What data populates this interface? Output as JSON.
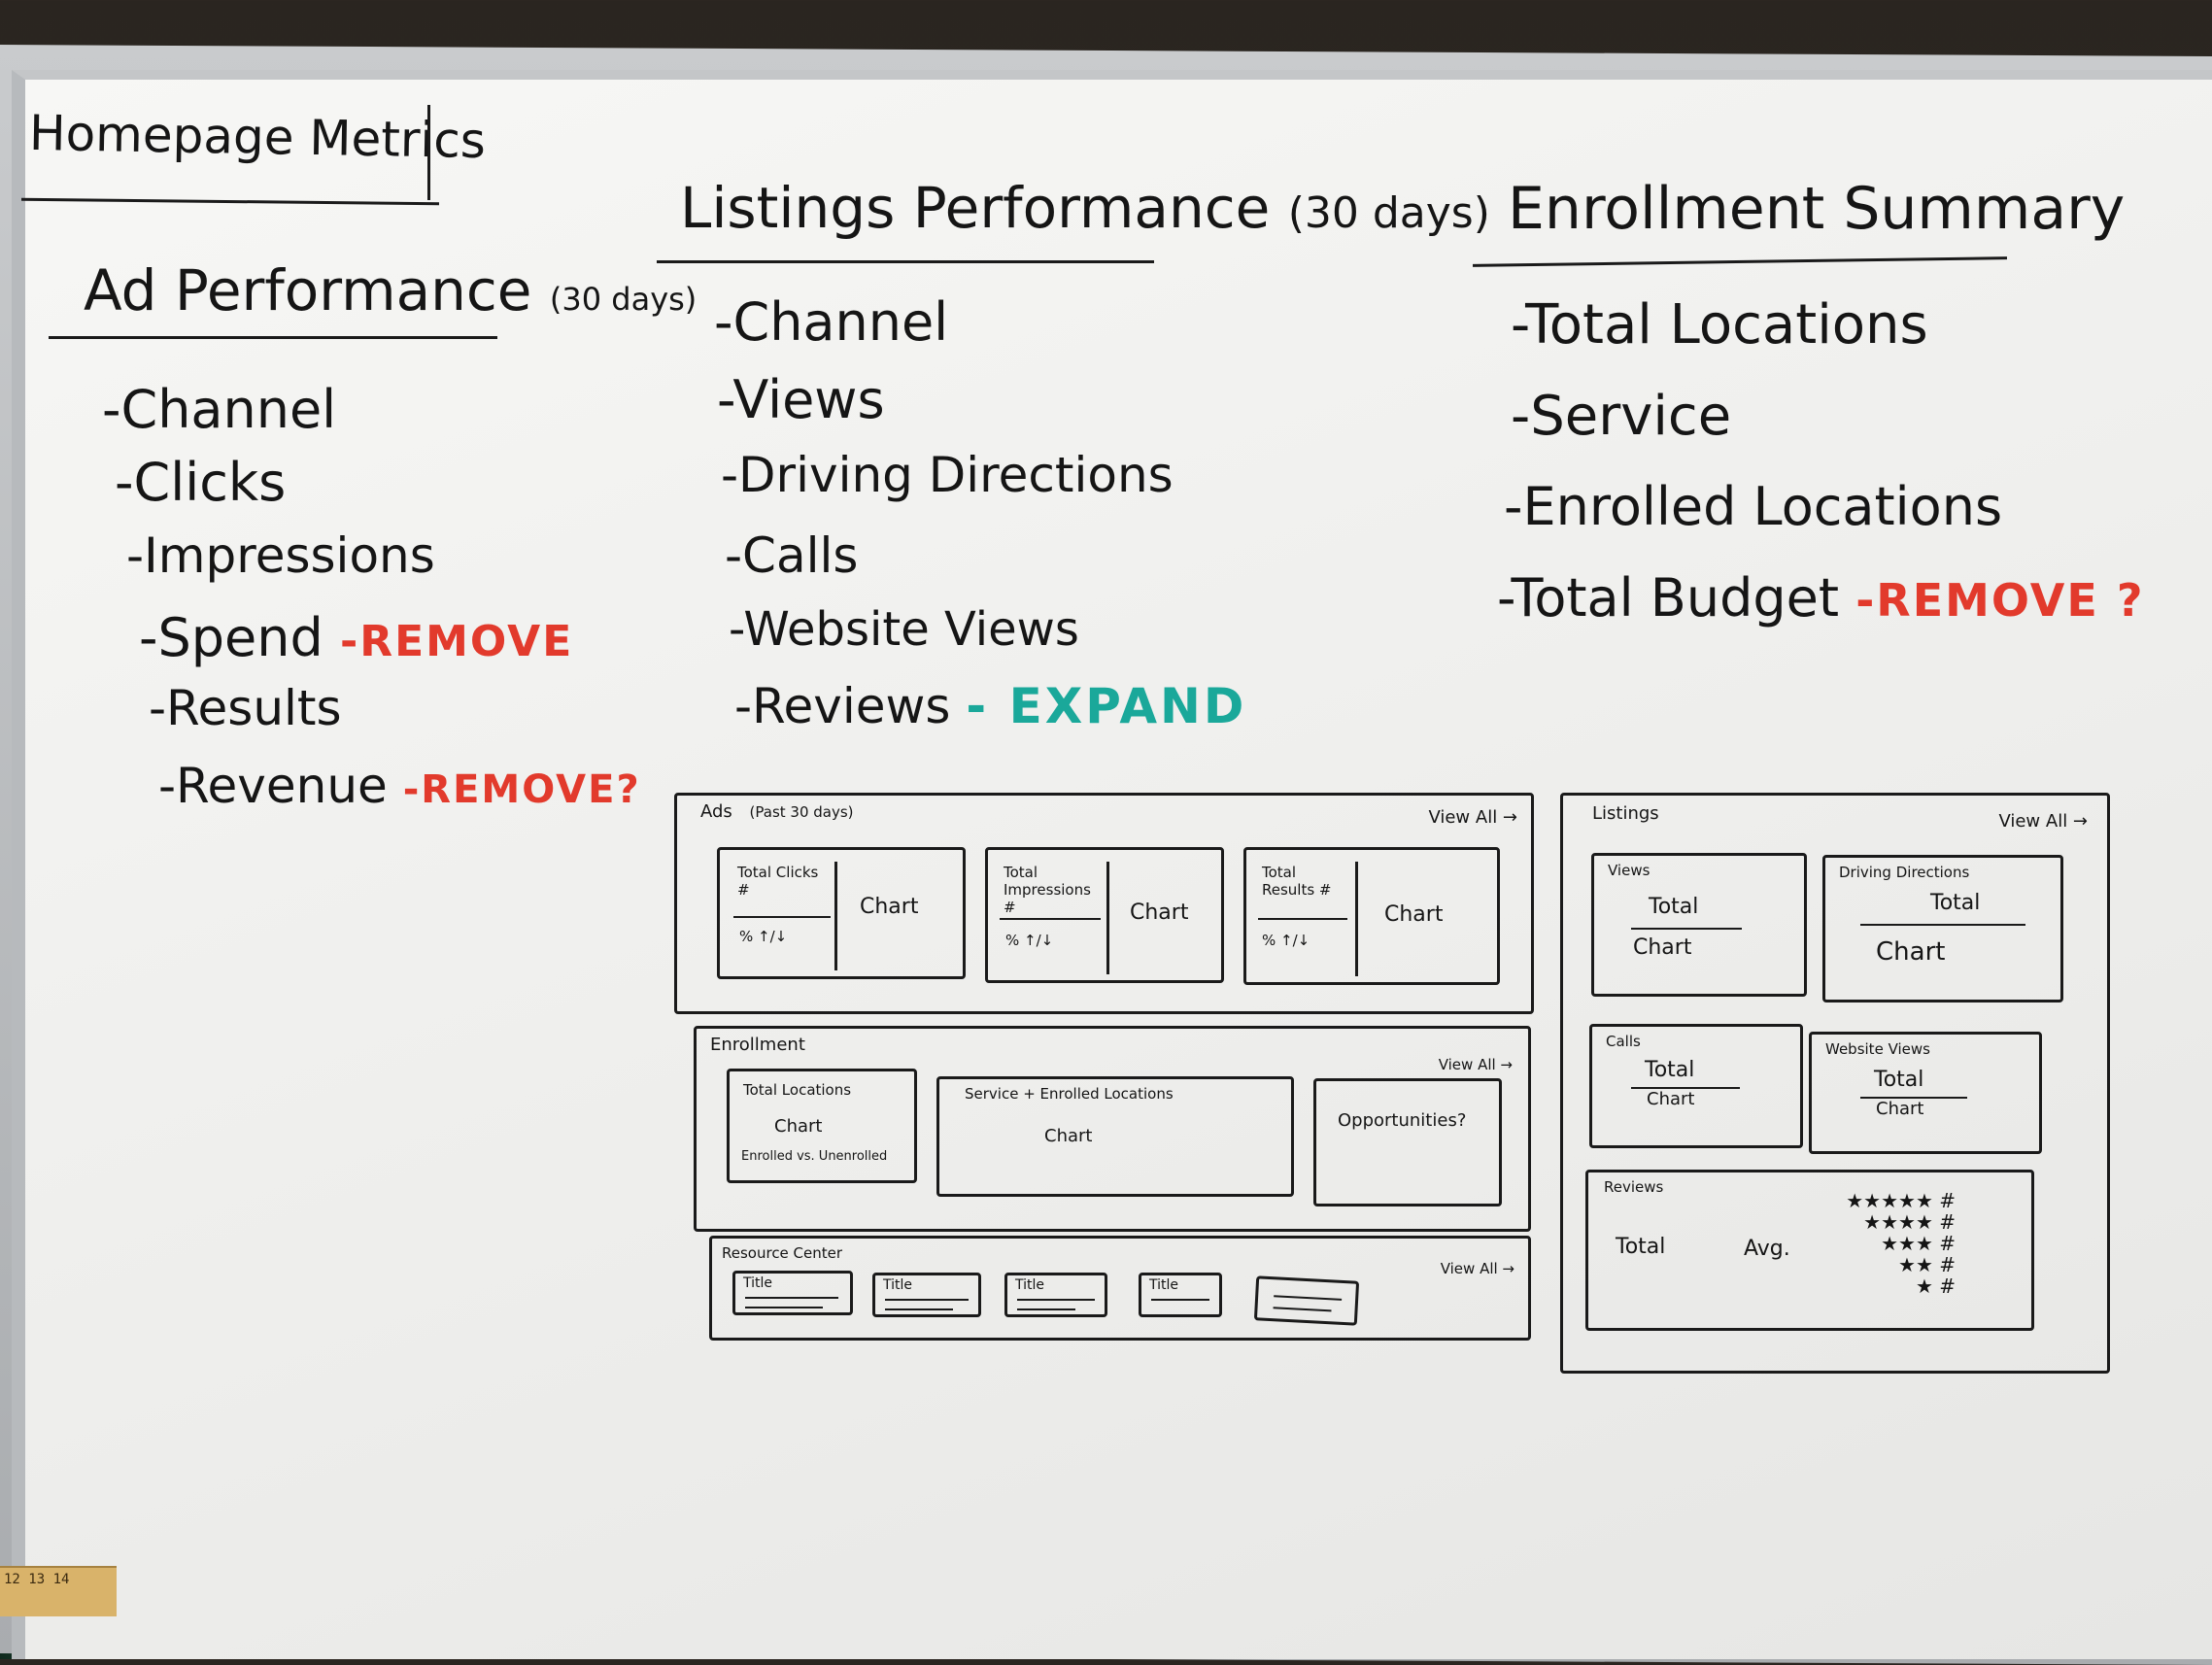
{
  "title": "Homepage Metrics",
  "ad_performance": {
    "heading": "Ad Performance",
    "period": "(30 days)",
    "items": [
      "-Channel",
      "-Clicks",
      "-Impressions",
      "-Spend",
      "-Results",
      "-Revenue"
    ],
    "spend_note": "-REMOVE",
    "revenue_note": "-REMOVE?"
  },
  "listings_performance": {
    "heading": "Listings Performance",
    "period": "(30 days)",
    "items": [
      "-Channel",
      "-Views",
      "-Driving Directions",
      "-Calls",
      "-Website Views",
      "-Reviews"
    ],
    "reviews_note": "- EXPAND"
  },
  "enrollment_summary": {
    "heading": "Enrollment Summary",
    "items": [
      "-Total Locations",
      "-Service",
      "-Enrolled Locations",
      "-Total Budget"
    ],
    "budget_note": "-REMOVE ?"
  },
  "wireframe": {
    "ads": {
      "title": "Ads",
      "period": "(Past 30 days)",
      "view_all": "View All →",
      "cards": [
        {
          "metric": "Total Clicks #",
          "trend": "% ↑/↓",
          "chart": "Chart"
        },
        {
          "metric": "Total Impressions #",
          "trend": "% ↑/↓",
          "chart": "Chart"
        },
        {
          "metric": "Total Results #",
          "trend": "% ↑/↓",
          "chart": "Chart"
        }
      ]
    },
    "enrollment": {
      "title": "Enrollment",
      "view_all": "View All →",
      "total_locations": {
        "label": "Total Locations",
        "chart": "Chart",
        "sub": "Enrolled vs. Unenrolled"
      },
      "service": {
        "label": "Service + Enrolled Locations",
        "chart": "Chart"
      },
      "opportunities": "Opportunities?"
    },
    "resource_center": {
      "title": "Resource Center",
      "view_all": "View All →",
      "cards": [
        "Title",
        "Title",
        "Title",
        "Title",
        ""
      ]
    },
    "listings": {
      "title": "Listings",
      "view_all": "View All →",
      "views": {
        "label": "Views",
        "total": "Total",
        "chart": "Chart"
      },
      "driving": {
        "label": "Driving Directions",
        "total": "Total",
        "chart": "Chart"
      },
      "calls": {
        "label": "Calls",
        "total": "Total",
        "chart": "Chart"
      },
      "website": {
        "label": "Website Views",
        "total": "Total",
        "chart": "Chart"
      },
      "reviews": {
        "label": "Reviews",
        "total": "Total",
        "avg": "Avg.",
        "stars": [
          "★★★★★ #",
          "★★★★ #",
          "★★★ #",
          "★★ #",
          "★ #"
        ]
      }
    }
  },
  "ruler_text": "12 13 14"
}
